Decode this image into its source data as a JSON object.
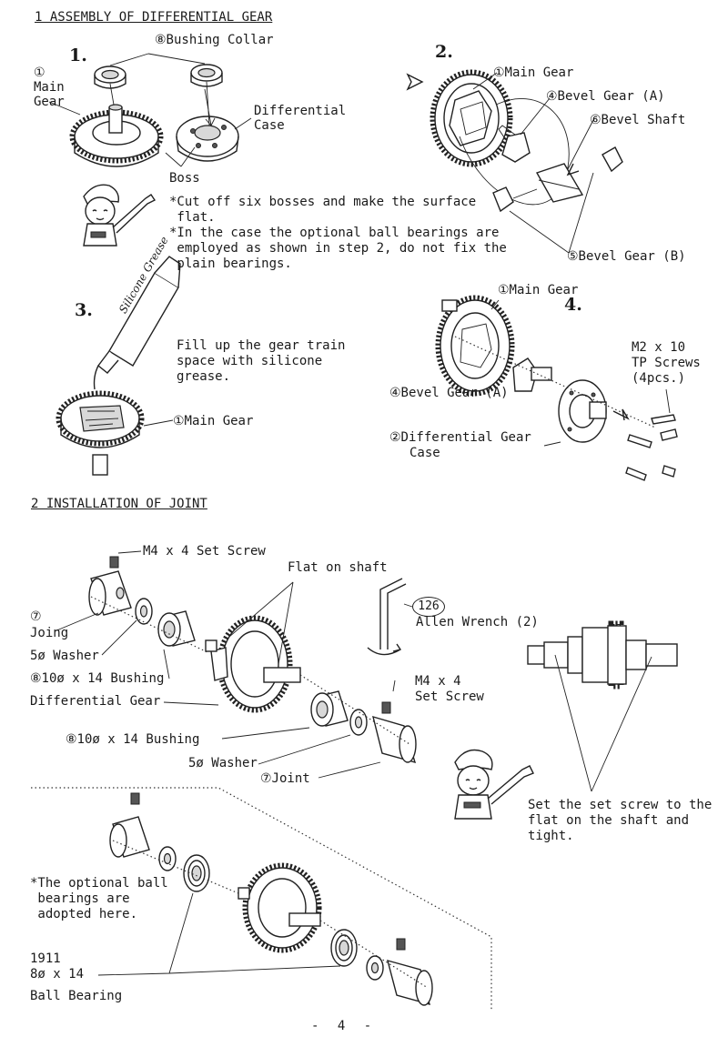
{
  "section1": {
    "title": "1 ASSEMBLY OF DIFFERENTIAL GEAR",
    "step1": {
      "number": "1.",
      "bushing_collar": "⑧Bushing Collar",
      "main_gear_num": "①",
      "main_gear_line1": "Main",
      "main_gear_line2": "Gear",
      "diff_case_line1": "Differential",
      "diff_case_line2": "Case",
      "boss": "Boss",
      "note1_line1": "*Cut off six bosses and make the surface",
      "note1_line2": " flat.",
      "note2_line1": "*In the case the optional ball bearings are",
      "note2_line2": " employed as shown in step 2, do not fix the",
      "note2_line3": " plain bearings."
    },
    "step2": {
      "number": "2.",
      "main_gear": "①Main Gear",
      "bevel_gear_a": "④Bevel Gear (A)",
      "bevel_shaft": "⑥Bevel Shaft",
      "bevel_gear_b": "⑤Bevel Gear (B)"
    },
    "step3": {
      "number": "3.",
      "tube_label": "Silicone Grease",
      "text_line1": "Fill up the gear train",
      "text_line2": "space with silicone",
      "text_line3": "grease.",
      "main_gear": "①Main Gear"
    },
    "step4": {
      "number": "4.",
      "main_gear": "①Main Gear",
      "screws_line1": "M2 x 10",
      "screws_line2": "TP Screws",
      "screws_line3": "(4pcs.)",
      "bevel_gear_a": "④Bevel Gear (A)",
      "diff_case_line1": "②Differential Gear",
      "diff_case_line2": "Case"
    }
  },
  "section2": {
    "title": "2 INSTALLATION OF JOINT",
    "set_screw_top": "M4 x 4 Set Screw",
    "flat_on_shaft": "Flat on shaft",
    "wrench_num": "126",
    "wrench": "Allen Wrench (2)",
    "joint_num": "⑦",
    "joint_word": "Joing",
    "washer_left": "5ø Washer",
    "bushing_left": "⑧10ø x 14 Bushing",
    "diff_gear": "Differential Gear",
    "set_screw_right_line1": "M4 x 4",
    "set_screw_right_line2": "Set Screw",
    "bushing_right": "⑧10ø x 14 Bushing",
    "washer_right": "5ø Washer",
    "joint_right": "⑦Joint",
    "note_line1": "Set the set screw to the",
    "note_line2": "flat on the shaft and",
    "note_line3": "tight.",
    "optional_line1": "*The optional ball",
    "optional_line2": " bearings are",
    "optional_line3": " adopted here.",
    "bearing_line1": "1911",
    "bearing_line2": "8ø x 14",
    "bearing_line3": "Ball Bearing"
  },
  "page_number": "- 4 -"
}
